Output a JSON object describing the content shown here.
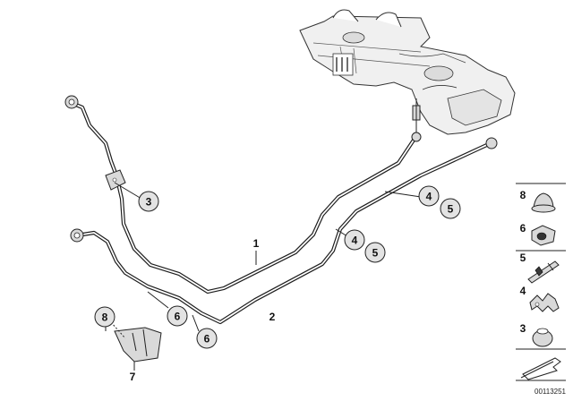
{
  "callouts": {
    "c3": "3",
    "c4a": "4",
    "c5a": "5",
    "c4b": "4",
    "c5b": "5",
    "c6a": "6",
    "c6b": "6",
    "c8": "8"
  },
  "labels": {
    "line1": "1",
    "line2": "2",
    "bracket7": "7"
  },
  "legend": {
    "items": [
      {
        "num": "8",
        "icon": "grommet-icon"
      },
      {
        "num": "6",
        "icon": "clip-icon"
      },
      {
        "num": "5",
        "icon": "pipe-connector-icon"
      },
      {
        "num": "4",
        "icon": "hose-clamp-icon"
      },
      {
        "num": "3",
        "icon": "rubber-mount-icon"
      }
    ],
    "footer_icon": "direction-arrow-icon"
  },
  "doc_number": "00113251",
  "colors": {
    "ink": "#1e1e1e",
    "bubble_fill": "#e3e3e3",
    "tank_fill": "#ececec"
  }
}
